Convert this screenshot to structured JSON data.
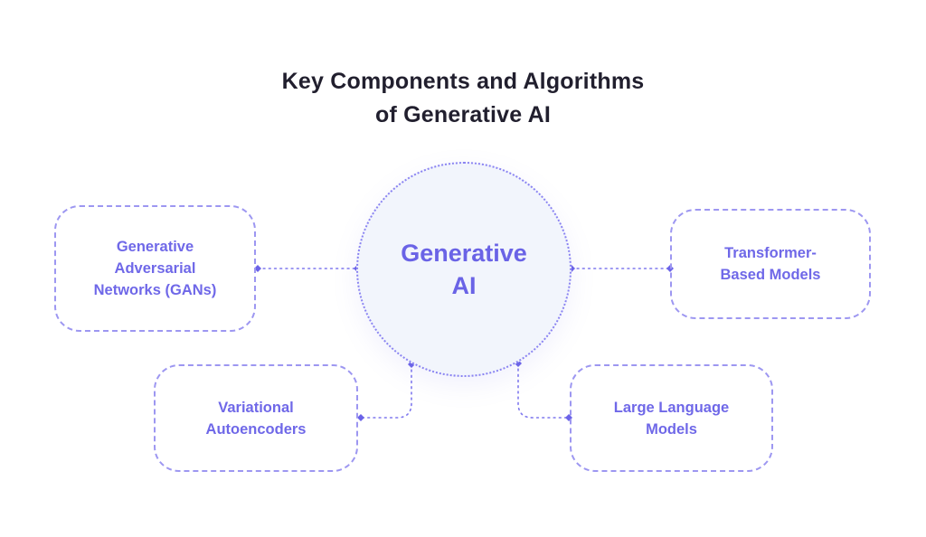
{
  "title": {
    "line1": "Key Components and Algorithms",
    "line2": "of Generative AI"
  },
  "center": {
    "line1": "Generative",
    "line2": "AI"
  },
  "nodes": {
    "gans": {
      "label": "Generative Adversarial Networks (GANs)"
    },
    "transformer": {
      "label": "Transformer-Based Models"
    },
    "vae": {
      "label": "Variational Autoencoders"
    },
    "llm": {
      "label": "Large Language Models"
    }
  },
  "colors": {
    "background": "#FFFFFF",
    "title_text": "#211F2E",
    "accent_text": "#6A63E6",
    "dashed_border": "#9D97F1",
    "connector": "#7F78EE",
    "connector_endpoint": "#6B63E8",
    "circle_fill": "#F2F5FC"
  }
}
